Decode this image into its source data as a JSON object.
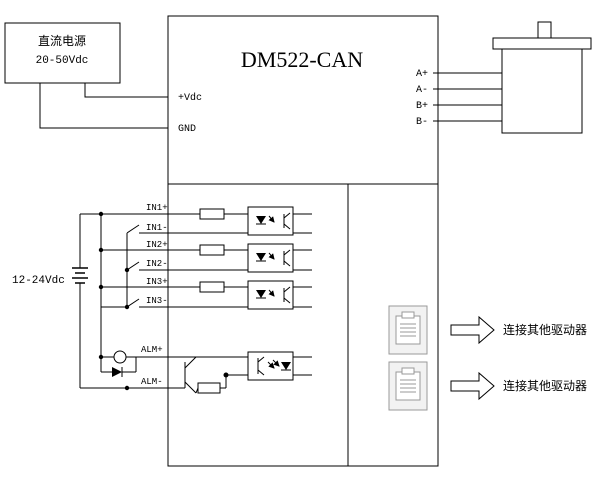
{
  "power_supply": {
    "name": "直流电源",
    "voltage": "20-50Vdc"
  },
  "driver": {
    "model": "DM522-CAN",
    "power_pins": {
      "vdc": "+Vdc",
      "gnd": "GND"
    },
    "motor_pins": [
      "A+",
      "A-",
      "B+",
      "B-"
    ]
  },
  "inputs": [
    {
      "plus": "IN1+",
      "minus": "IN1-"
    },
    {
      "plus": "IN2+",
      "minus": "IN2-"
    },
    {
      "plus": "IN3+",
      "minus": "IN3-"
    }
  ],
  "alarm": {
    "plus": "ALM+",
    "minus": "ALM-"
  },
  "input_supply": "12-24Vdc",
  "can_ports": [
    {
      "label": "连接其他驱动器"
    },
    {
      "label": "连接其他驱动器"
    }
  ]
}
